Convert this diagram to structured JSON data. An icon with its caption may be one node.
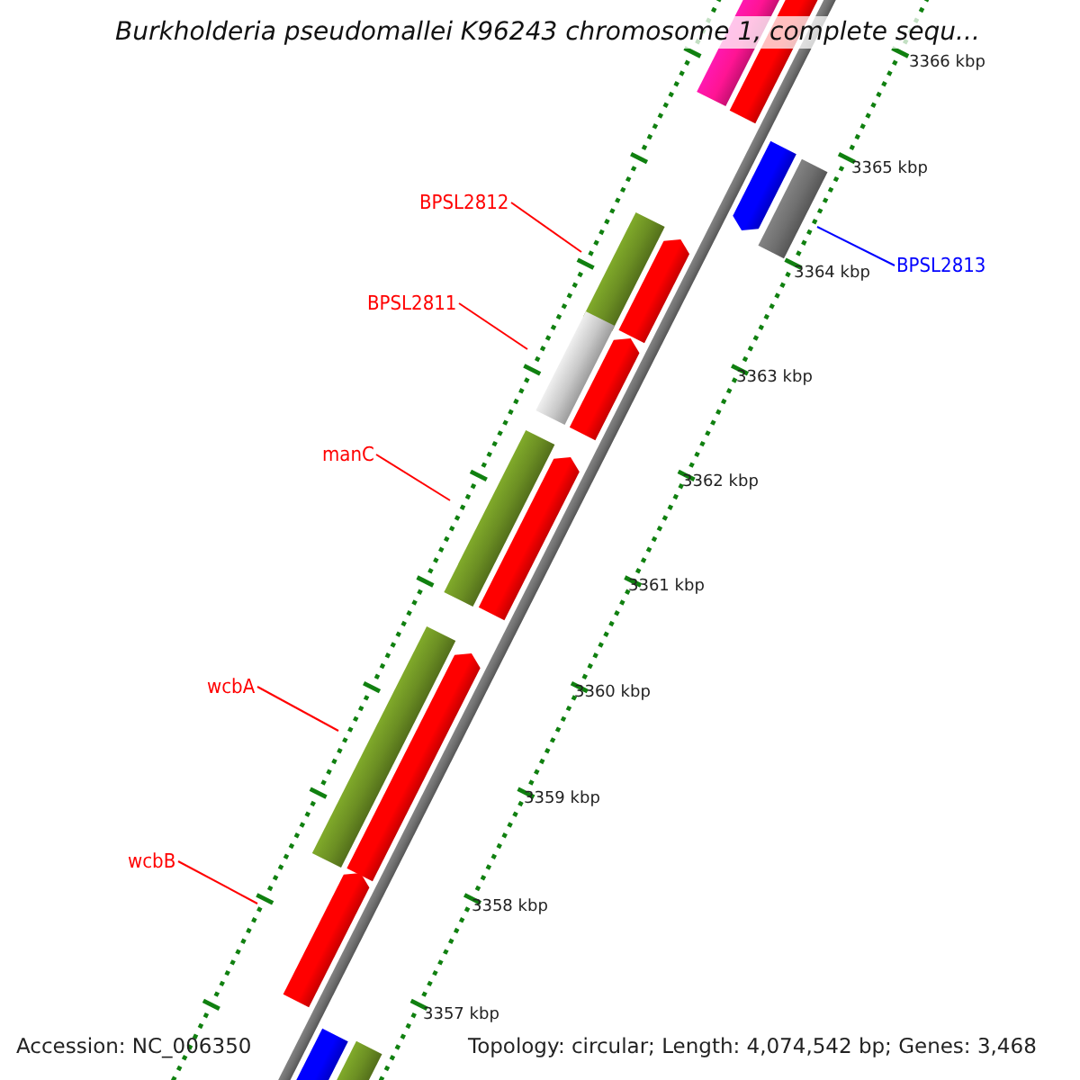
{
  "diagram": {
    "title": "Burkholderia pseudomallei K96243 chromosome 1, complete sequ...",
    "nodes": [
      {
        "text": [
          "BPSL2812"
        ]
      },
      {
        "text": [
          "BPSL2811"
        ]
      },
      {
        "text": [
          "manC"
        ]
      },
      {
        "text": [
          "wcbA"
        ]
      },
      {
        "text": [
          "wcbB"
        ]
      },
      {
        "text": [
          "BPSL2813"
        ]
      }
    ],
    "edges": [
      {
        "from": 0,
        "to": null,
        "arrow": "none"
      },
      {
        "from": 1,
        "to": null,
        "arrow": "none"
      },
      {
        "from": 2,
        "to": null,
        "arrow": "none"
      },
      {
        "from": 3,
        "to": null,
        "arrow": "none"
      },
      {
        "from": 4,
        "to": null,
        "arrow": "none"
      },
      {
        "from": 5,
        "to": null,
        "arrow": "none",
        "color": "#0000ff"
      }
    ],
    "labels": [
      "3366 kbp",
      "3365 kbp",
      "3364 kbp",
      "3363 kbp",
      "3362 kbp",
      "3361 kbp",
      "3360 kbp",
      "3359 kbp",
      "3358 kbp",
      "3357 kbp",
      "Accession: NC_006350",
      "Topology: circular; Length: 4,074,542 bp; Genes: 3,468"
    ]
  }
}
